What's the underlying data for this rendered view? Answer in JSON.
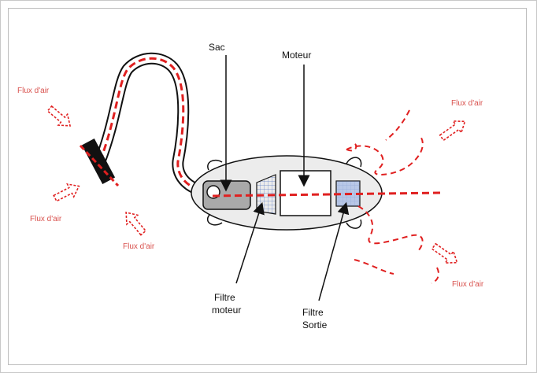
{
  "labels": {
    "sac": "Sac",
    "moteur": "Moteur",
    "filtre_moteur": [
      "Filtre",
      "moteur"
    ],
    "filtre_sortie": [
      "Filtre",
      "Sortie"
    ],
    "flux_left_top": "Flux d'air",
    "flux_left_mid": "Flux d'air",
    "flux_left_bottom": "Flux d'air",
    "flux_right_top": "Flux d'air",
    "flux_right_bottom": "Flux d'air"
  },
  "colors": {
    "airflow": "#e02020",
    "flux_label": "#d9534f",
    "body_fill": "#ececec",
    "bag_fill": "#a9a9a9",
    "outlet_filter": "#b8c7e6"
  }
}
